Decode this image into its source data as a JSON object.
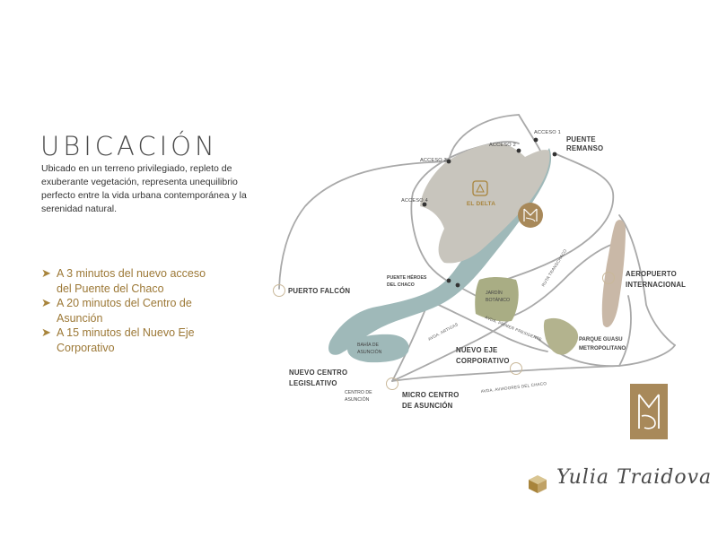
{
  "title": "UBICACIÓN",
  "description_lines": [
    "Ubicado en un terreno privilegiado, repleto de",
    "exuberante vegetación, representa unequilibrio",
    "perfecto entre la vida urbana contemporánea y la",
    "serenidad natural."
  ],
  "bullets": [
    {
      "lines": [
        "A 3 minutos del nuevo acceso",
        "del Puente del Chaco"
      ]
    },
    {
      "lines": [
        "A 20 minutos del Centro de",
        "Asunción"
      ]
    },
    {
      "lines": [
        "A 15 minutos del Nuevo Eje",
        "Corporativo"
      ]
    }
  ],
  "map": {
    "accesos": [
      "ACCESO 1",
      "ACCESO 2",
      "ACCESO 3",
      "ACCESO 4"
    ],
    "puente_remanso": [
      "PUENTE",
      "REMANSO"
    ],
    "el_delta": "EL DELTA",
    "puente_heroes": [
      "PUENTE HÉROES",
      "DEL CHACO"
    ],
    "puerto_falcon": "PUERTO FALCÓN",
    "jardin_botanico": [
      "JARDÍN",
      "BOTÁNICO"
    ],
    "aeropuerto": [
      "AEROPUERTO",
      "INTERNACIONAL"
    ],
    "ruta_transchaco": "RUTA TRANSCHACO",
    "avda_primer_presidente": "AVDA. PRIMER PRESIDENTE",
    "avda_artigas": "AVDA. ARTIGAS",
    "parque_guasu": [
      "PARQUE GUASU",
      "METROPOLITANO"
    ],
    "bahia": [
      "BAHÍA DE",
      "ASUNCIÓN"
    ],
    "nuevo_eje": [
      "NUEVO EJE",
      "CORPORATIVO"
    ],
    "nuevo_centro": [
      "NUEVO CENTRO",
      "LEGISLATIVO"
    ],
    "centro_asuncion": [
      "CENTRO DE",
      "ASUNCIÓN"
    ],
    "micro_centro": [
      "MICRO CENTRO",
      "DE ASUNCIÓN"
    ],
    "avda_aviadores": "AVDA. AVIADORES DEL CHACO"
  },
  "signature": "Yulia Traidova",
  "colors": {
    "gold": "#9c7836",
    "river": "#9fb9b9",
    "delta_land": "#c8c5bd",
    "green_area": "#a9ad84",
    "park_area": "#b3b38e",
    "airport_area": "#c9b8a7",
    "road": "#a9a9a9",
    "brand_box": "#a8895a"
  },
  "icons": [
    "arrow-bullet-icon",
    "el-delta-logo",
    "brand-monogram",
    "cube-logo-icon"
  ]
}
